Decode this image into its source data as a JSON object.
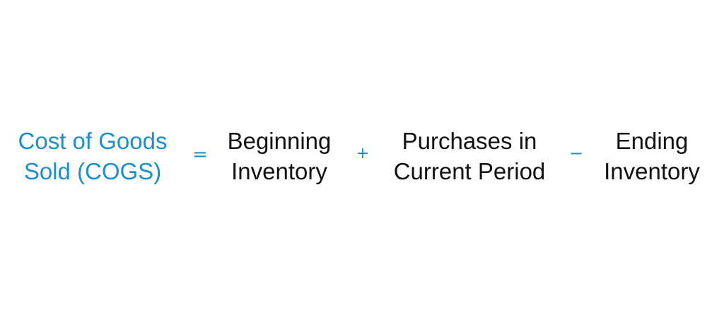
{
  "formula": {
    "result": {
      "line1": "Cost of Goods",
      "line2": "Sold (COGS)",
      "color": "#1b8fce"
    },
    "operator_equals": "=",
    "term1": {
      "line1": "Beginning",
      "line2": "Inventory"
    },
    "operator_plus": "+",
    "term2": {
      "line1": "Purchases in",
      "line2": "Current Period"
    },
    "operator_minus": "−",
    "term3": {
      "line1": "Ending",
      "line2": "Inventory"
    },
    "text_color": "#111111",
    "operator_color": "#1b8fce"
  }
}
